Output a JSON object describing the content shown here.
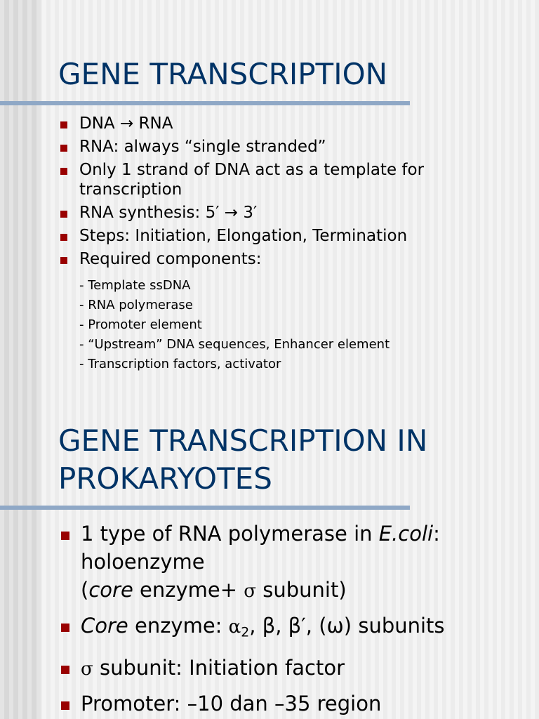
{
  "slide1": {
    "title": "GENE TRANSCRIPTION",
    "bullets": [
      "DNA → RNA",
      "RNA: always “single stranded”",
      "Only 1 strand of DNA act as a template for transcription",
      "RNA synthesis: 5′ → 3′",
      "Steps: Initiation, Elongation, Termination",
      "Required components:"
    ],
    "sub_items": [
      "- Template ssDNA",
      "- RNA polymerase",
      "- Promoter element",
      "- “Upstream” DNA sequences, Enhancer element",
      "- Transcription factors, activator"
    ]
  },
  "slide2": {
    "title": "GENE TRANSCRIPTION IN PROKARYOTES",
    "bullets": {
      "b1": {
        "prefix": "1 type of RNA polymerase in ",
        "italic": "E.coli",
        "suffix": ": holoenzyme",
        "line2_open": "(",
        "line2_italic": "core",
        "line2_rest": " enzyme+ ",
        "sigma": "σ",
        "line2_end": " subunit)"
      },
      "b2": {
        "italic": "Core",
        "text": " enzyme: ",
        "alpha": "α",
        "alpha_sub": "2",
        "rest": ", β, β′, (ω) subunits"
      },
      "b3": {
        "sigma": "σ",
        "text": " subunit: Initiation factor"
      },
      "b4": {
        "text": "Promoter: –10 dan –35 region"
      }
    }
  },
  "colors": {
    "title": "#003366",
    "rule": "#8fa8c6",
    "bullet": "#990000"
  }
}
